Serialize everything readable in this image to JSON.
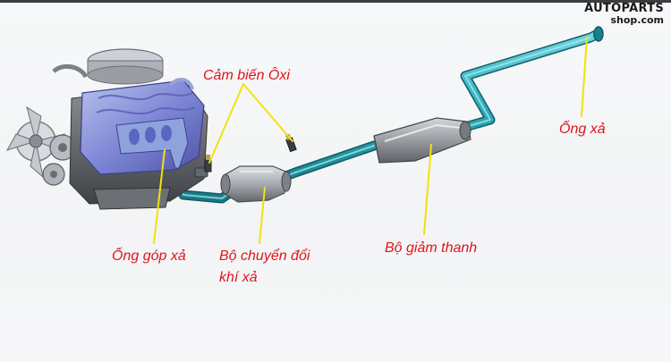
{
  "brand": {
    "line1": "AUTOPARTS",
    "line2": "shop.com"
  },
  "labels": {
    "oxygen_sensor": "Cảm biến Ôxi",
    "tailpipe": "Ống xả",
    "exhaust_manifold": "Ống góp xả",
    "catalytic_converter_line1": "Bộ chuyển đổi",
    "catalytic_converter_line2": "khí xả",
    "muffler": "Bộ giảm thanh"
  },
  "colors": {
    "label_text": "#e0141c",
    "leader_line": "#f2e20a",
    "pipe": "#2aa7b6",
    "engine_block": "#7a7fd0",
    "muffler_body": "#9a9ea3"
  }
}
